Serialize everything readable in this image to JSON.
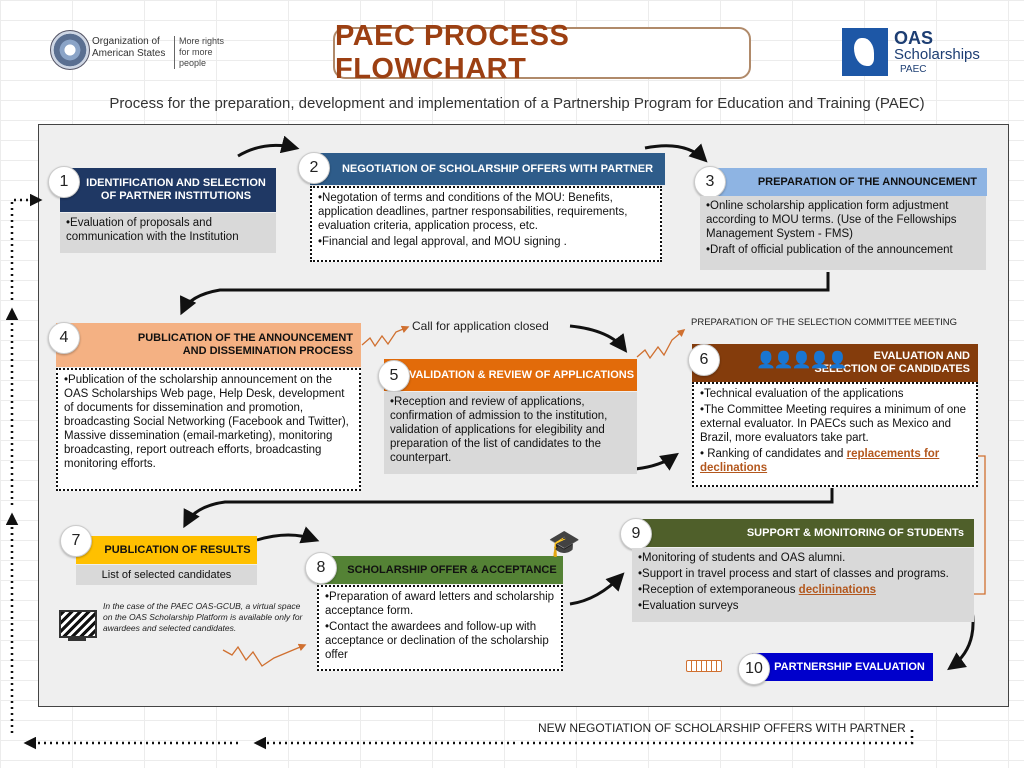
{
  "header": {
    "org_line1": "Organization of",
    "org_line2": "American States",
    "tag_line1": "More rights",
    "tag_line2": "for more people",
    "title": "PAEC PROCESS FLOWCHART",
    "logo_oas": "OAS",
    "logo_scholarships": "Scholarships",
    "logo_paec": "PAEC",
    "subtitle": "Process for the preparation, development and implementation of a Partnership Program for Education and Training (PAEC)"
  },
  "steps": [
    {
      "num": "1",
      "title": "IDENTIFICATION AND SELECTION OF PARTNER INSTITUTIONS",
      "items": [
        "Evaluation of proposals and communication with the Institution"
      ]
    },
    {
      "num": "2",
      "title": "NEGOTIATION OF SCHOLARSHIP OFFERS WITH PARTNER",
      "items": [
        "Negotation of terms and conditions of the MOU: Benefits, application deadlines, partner responsabilities, requirements, evaluation criteria, application process, etc.",
        "Financial and legal approval, and MOU signing ."
      ]
    },
    {
      "num": "3",
      "title": "PREPARATION OF THE ANNOUNCEMENT",
      "items": [
        "Online scholarship application form adjustment according to MOU terms. (Use of the Fellowships Management System - FMS)",
        "Draft of official publication of the announcement"
      ]
    },
    {
      "num": "4",
      "title": "PUBLICATION OF THE ANNOUNCEMENT AND DISSEMINATION PROCESS",
      "items": [
        "Publication of the scholarship announcement on the OAS Scholarships Web page, Help Desk, development of documents for dissemination and promotion, broadcasting Social Networking (Facebook and Twitter),  Massive dissemination (email-marketing), monitoring broadcasting, report outreach efforts, broadcasting monitoring efforts."
      ]
    },
    {
      "num": "5",
      "title": "VALIDATION & REVIEW OF APPLICATIONS",
      "items": [
        "Reception and review of applications, confirmation of admission to the institution, validation of applications for elegibility and preparation of the list of candidates to the counterpart."
      ]
    },
    {
      "num": "6",
      "title_line1": "EVALUATION AND",
      "title_line2": "SELECTION OF CANDIDATES",
      "items": [
        "Technical evaluation of the applications",
        "The Committee  Meeting requires a minimum of one external evaluator. In PAECs such as Mexico and Brazil, more evaluators take part."
      ],
      "last_prefix": " Ranking of candidates and ",
      "last_link": "replacements for declinations"
    },
    {
      "num": "7",
      "title": "PUBLICATION OF RESULTS",
      "items": [
        "List of selected candidates"
      ],
      "note": "In the case of the PAEC OAS-GCUB, a virtual space on the OAS Scholarship Platform is available only for awardees and selected candidates."
    },
    {
      "num": "8",
      "title": "SCHOLARSHIP OFFER & ACCEPTANCE",
      "items": [
        "Preparation of award letters and scholarship acceptance form.",
        "Contact the awardees and follow-up with acceptance or  declination of the scholarship offer"
      ]
    },
    {
      "num": "9",
      "title": "SUPPORT & MONITORING OF STUDENTs",
      "items": [
        "Monitoring of  students and OAS alumni.",
        "Support in travel process and start of classes and programs.",
        "Evaluation surveys"
      ],
      "link_prefix": "Reception of extemporaneous ",
      "link_text": "declininations"
    },
    {
      "num": "10",
      "title": "PARTNERSHIP EVALUATION"
    }
  ],
  "labels": {
    "call_closed": "Call for application closed",
    "prep_committee": "PREPARATION OF THE SELECTION COMMITTEE MEETING",
    "new_negotiation": "NEW NEGOTIATION OF SCHOLARSHIP OFFERS WITH PARTNER"
  },
  "colors": {
    "navy": "#1f3864",
    "steel": "#2e5c8a",
    "lightblue": "#8eb4e3",
    "peach": "#f4b183",
    "orange": "#e26b0a",
    "brown": "#843c0c",
    "gold": "#ffc000",
    "green": "#548235",
    "olive": "#4f5f2a",
    "blue": "#0000cc",
    "title": "#9c3f12"
  }
}
